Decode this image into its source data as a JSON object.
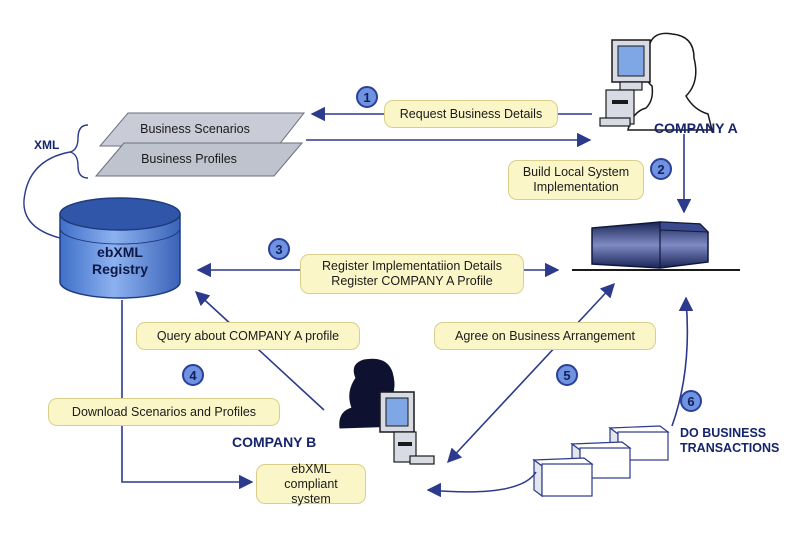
{
  "diagram": {
    "xml_label": "XML",
    "business_scenarios": "Business Scenarios",
    "business_profiles": "Business Profiles",
    "registry_line1": "ebXML",
    "registry_line2": "Registry",
    "company_a": "COMPANY A",
    "company_b": "COMPANY B",
    "steps": {
      "s1": "1",
      "s2": "2",
      "s3": "3",
      "s4": "4",
      "s5": "5",
      "s6": "6"
    },
    "labels": {
      "request_details": "Request Business Details",
      "build_line1": "Build Local System",
      "build_line2": "Implementation",
      "register_line1": "Register Implementatiion Details",
      "register_line2": "Register COMPANY A Profile",
      "query_profile": "Query about COMPANY A profile",
      "agree": "Agree on Business Arrangement",
      "download": "Download Scenarios and Profiles",
      "compliant_line1": "ebXML compliant",
      "compliant_line2": "system",
      "do_line1": "DO BUSINESS",
      "do_line2": "TRANSACTIONS"
    },
    "colors": {
      "arrow": "#2b3a8c",
      "label_fill": "#fbf6c8",
      "registry_fill": "#5b8fe0",
      "badge_fill": "#6f93e0"
    }
  }
}
